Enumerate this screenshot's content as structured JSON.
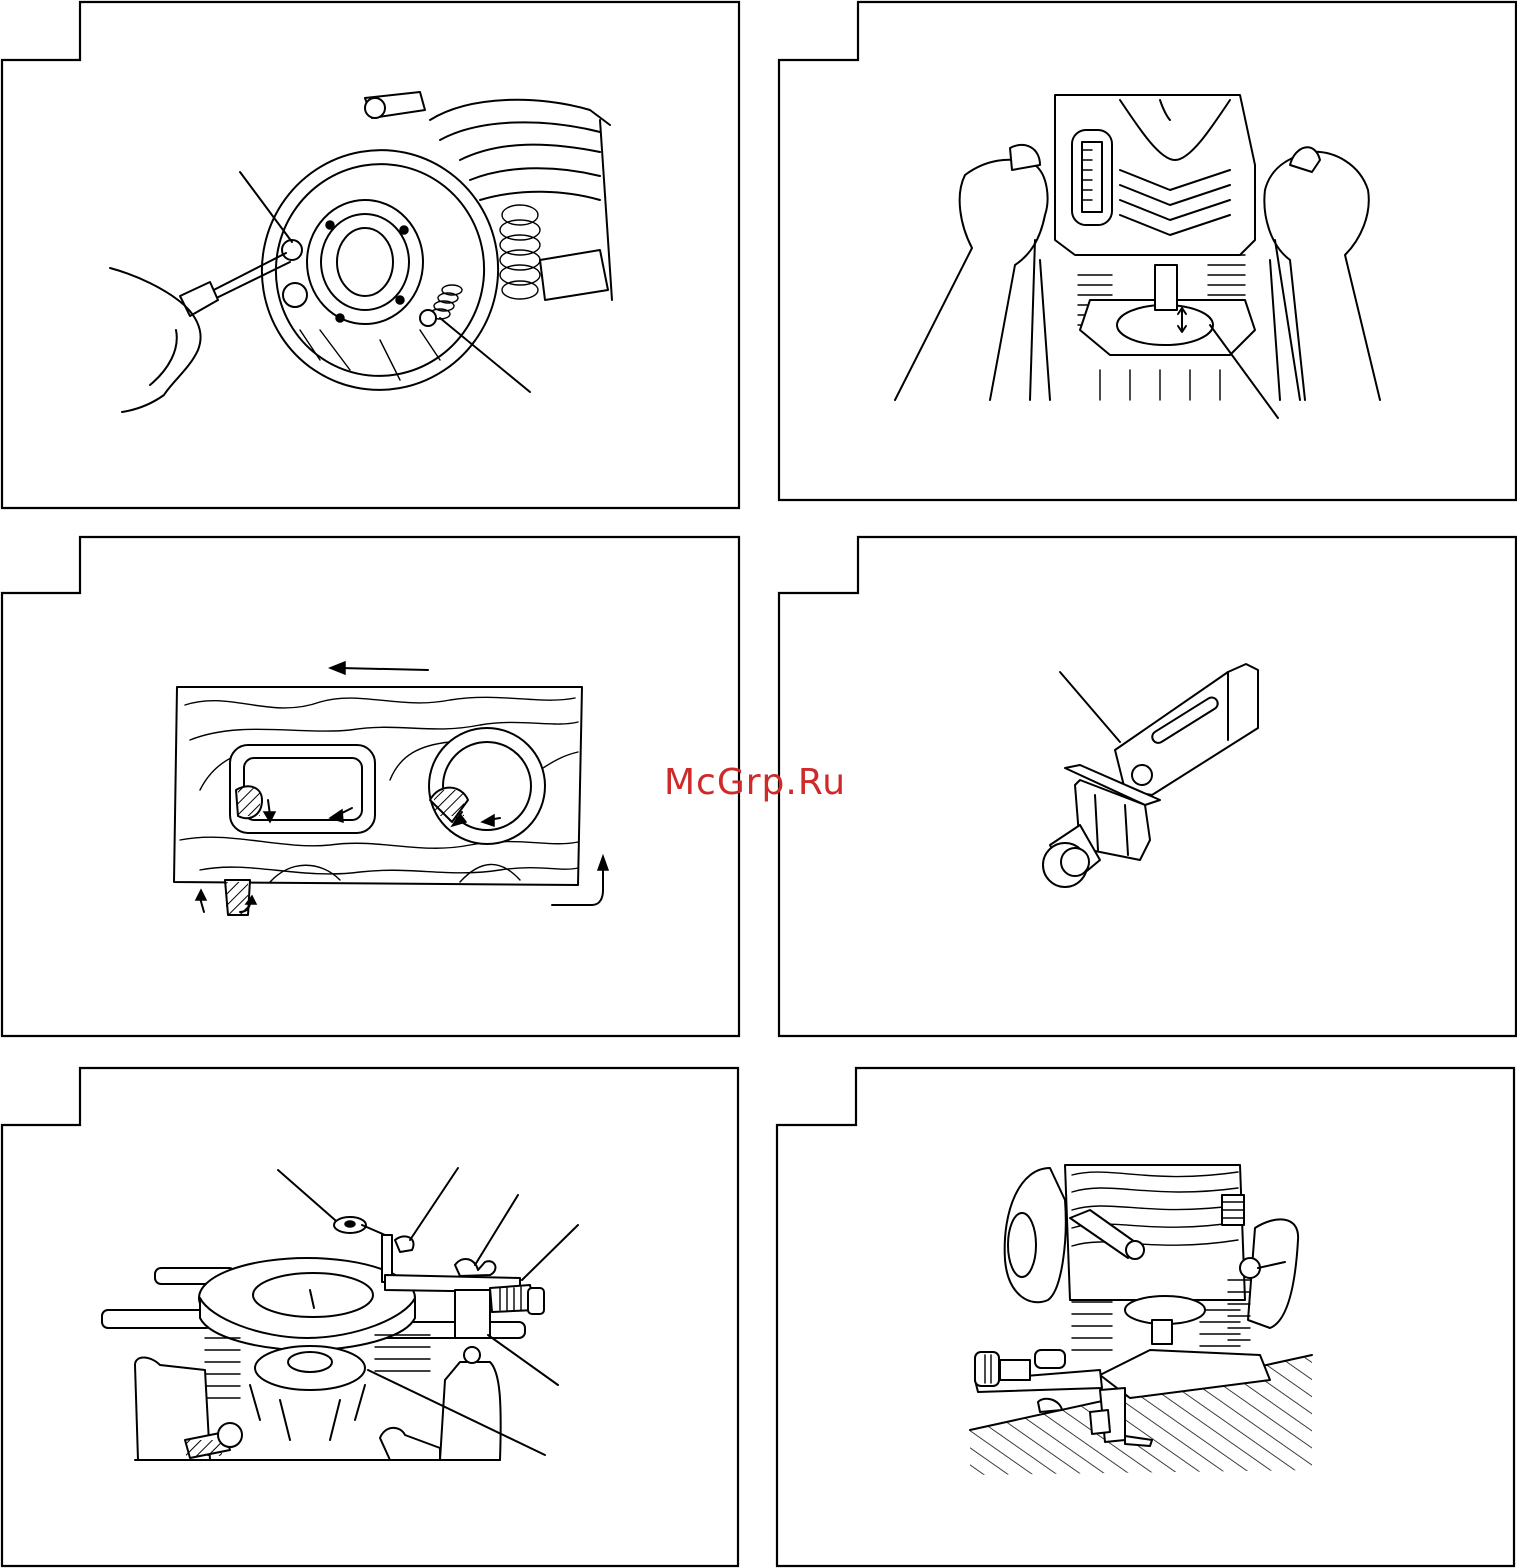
{
  "watermark": {
    "text": "McGrp.Ru",
    "color": "#cf2a2a"
  },
  "figures": [
    {
      "id": "fig-1",
      "subject": "removing-collet-from-motor-housing-with-screwdriver"
    },
    {
      "id": "fig-2",
      "subject": "router-held-in-both-hands-top-view"
    },
    {
      "id": "fig-3",
      "subject": "feed-direction-on-workpiece"
    },
    {
      "id": "fig-4",
      "subject": "straight-guide-with-roller"
    },
    {
      "id": "fig-5",
      "subject": "straight-guide-mounted-on-base"
    },
    {
      "id": "fig-6",
      "subject": "router-with-guide-on-work-edge"
    }
  ]
}
